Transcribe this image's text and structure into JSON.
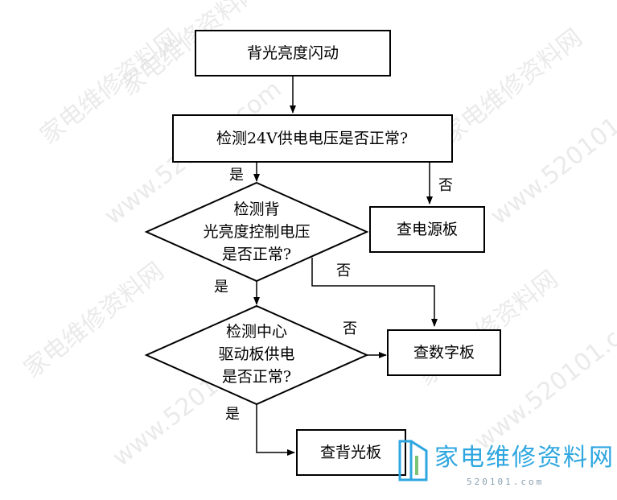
{
  "nodes": {
    "start": "背光亮度闪动",
    "check_24v": "检测24V供电电压是否正常?",
    "check_backlight_line1": "检测背",
    "check_backlight_line2": "光亮度控制电压",
    "check_backlight_line3": "是否正常?",
    "check_driver_line1": "检测中心",
    "check_driver_line2": "驱动板供电",
    "check_driver_line3": "是否正常?",
    "power_board": "查电源板",
    "digital_board": "查数字板",
    "backlight_board": "查背光板"
  },
  "edges": {
    "yes1": "是",
    "no1": "否",
    "yes2": "是",
    "no2": "否",
    "no3": "否",
    "yes3": "是"
  },
  "watermark": {
    "text_cn": "家电维修资料网",
    "text_url": "www.520101.com"
  },
  "logo": {
    "name": "家电维修资料网",
    "url": "520101.com",
    "color": "#2ea6e0"
  }
}
